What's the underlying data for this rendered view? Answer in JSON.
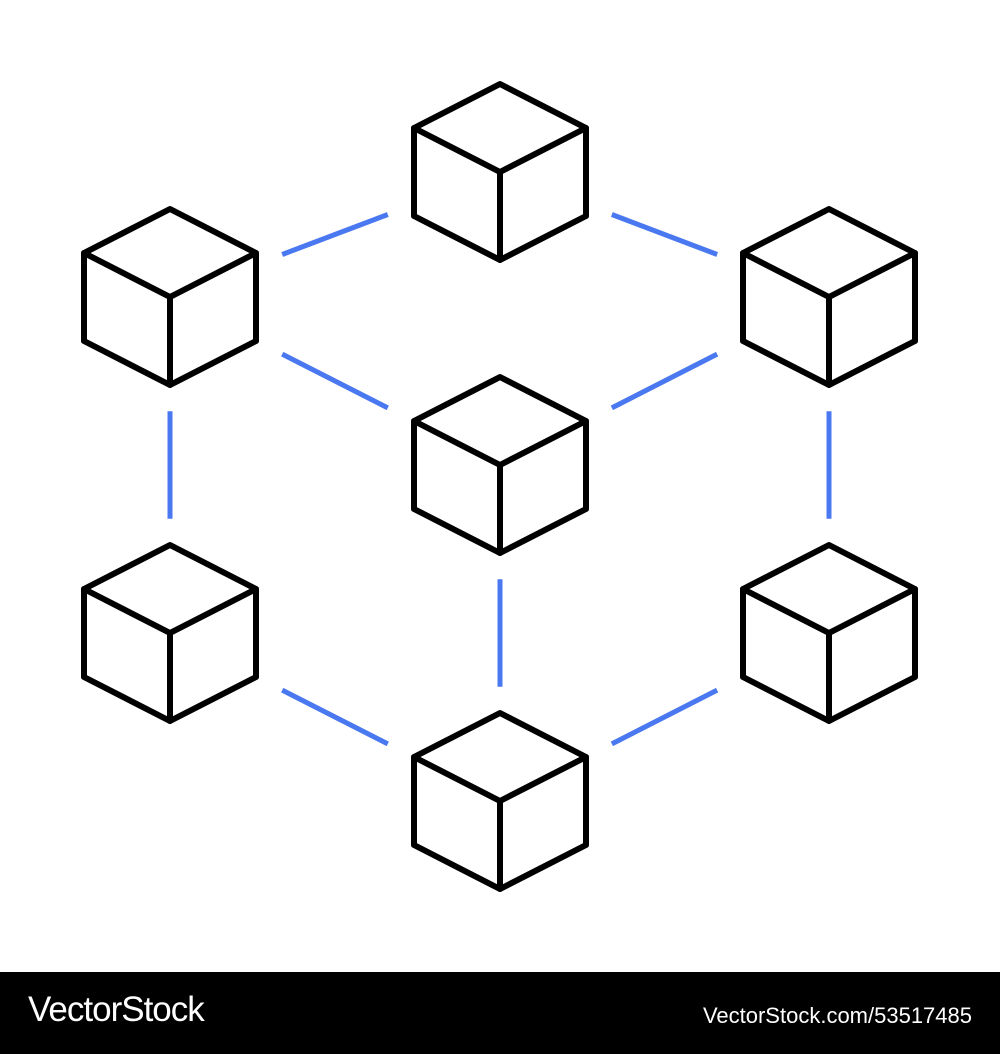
{
  "colors": {
    "cube_stroke": "#000000",
    "link_stroke": "#4a78f0",
    "background": "#ffffff",
    "footer_background": "#000000",
    "footer_text": "#ffffff"
  },
  "diagram": {
    "cubes": [
      {
        "id": "top"
      },
      {
        "id": "upper-left"
      },
      {
        "id": "upper-right"
      },
      {
        "id": "center"
      },
      {
        "id": "lower-left"
      },
      {
        "id": "lower-right"
      },
      {
        "id": "bottom"
      }
    ],
    "links": [
      {
        "from": "top",
        "to": "upper-left"
      },
      {
        "from": "top",
        "to": "upper-right"
      },
      {
        "from": "upper-left",
        "to": "center"
      },
      {
        "from": "upper-right",
        "to": "center"
      },
      {
        "from": "upper-left",
        "to": "lower-left"
      },
      {
        "from": "upper-right",
        "to": "lower-right"
      },
      {
        "from": "center",
        "to": "bottom"
      },
      {
        "from": "lower-left",
        "to": "bottom"
      },
      {
        "from": "lower-right",
        "to": "bottom"
      }
    ]
  },
  "watermark": {
    "brand": "VectorStock",
    "stock_id": "VectorStock.com/53517485"
  }
}
